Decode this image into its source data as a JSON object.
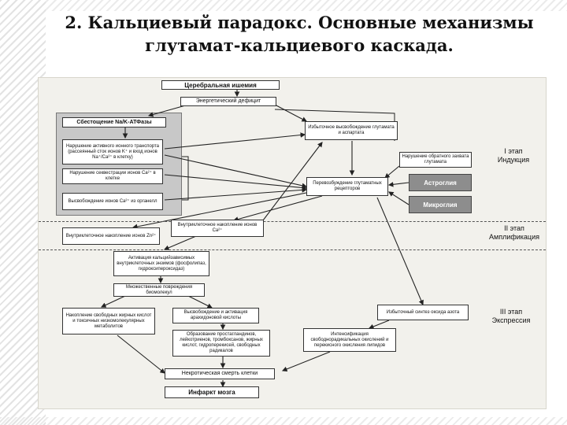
{
  "slide": {
    "title_line1": "2. Кальциевый парадокс. Основные механизмы",
    "title_line2": "глутамат-кальциевого каскада."
  },
  "diagram": {
    "boxes": {
      "ischemia": "Церебральная ишемия",
      "energy_deficit": "Энергетический дефицит",
      "na_k_atpase": "Сбестощение Na/K-АТФазы",
      "active_transport": "Нарушение активного ионного транспорта (рассеянный сток ионов K⁺ и вход ионов Na⁺/Ca²⁺ в клетку)",
      "ca_sequestration": "Нарушение секвестрации ионов Ca²⁺ в клетке",
      "ca_release": "Высвобождение ионов Ca²⁺ из органелл",
      "glutamate_release": "Избыточное высвобождение глутамата и аспартата",
      "reuptake_disorder": "Нарушение обратного захвата глутамата",
      "astroglia": "Астроглия",
      "microglia": "Микроглия",
      "receptor_overstim": "Перевозбуждение глутаматных рецепторов",
      "zn_accum": "Внутриклеточное накопление ионов Zn²⁺",
      "ca_accum": "Внутриклеточное накопление ионов Ca²⁺",
      "enzyme_activation": "Активация кальцийзависимых внутриклеточных энзимов (фосфолипаз, гидроксипероксидаз)",
      "biomolecule_damage": "Множественные повреждения биомолекул",
      "free_fatty_acids": "Накопление свободных жирных кислот и токсичных низкомолекулярных метаболитов",
      "arachidonic": "Высвобождение и активация арахидоновой кислоты",
      "no_synthesis": "Избыточный синтез оксида азота",
      "prostaglandins": "Образование простагландинов, лейкотриенов, тромбоксанов, жирных кислот, гидроперекисей, свободных радикалов",
      "free_radical_intens": "Интенсификация свободнорадикальных окислений и перекисного окисления липидов",
      "necrotic_death": "Некротическая смерть клетки",
      "infarct": "Инфаркт мозга"
    },
    "stages": {
      "stage1_num": "I этап",
      "stage1_name": "Индукция",
      "stage2_num": "II этап",
      "stage2_name": "Амплификация",
      "stage3_num": "III этап",
      "stage3_name": "Экспрессия"
    }
  }
}
